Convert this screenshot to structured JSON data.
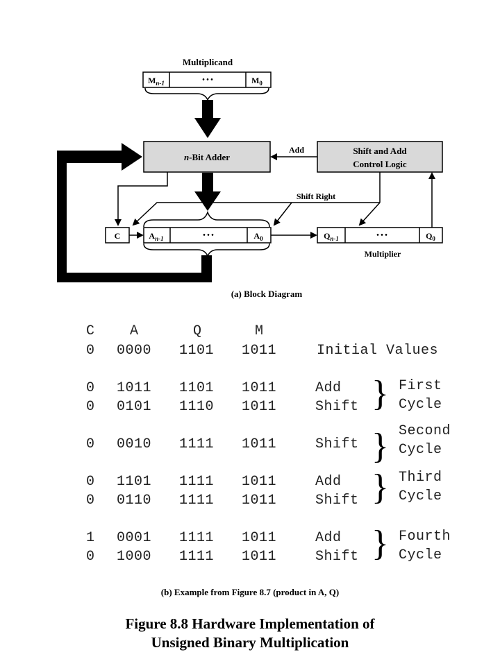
{
  "diagram": {
    "multiplicand_label": "Multiplicand",
    "m_left": "M",
    "m_left_sub": "n-1",
    "m_right": "M",
    "m_right_sub": "0",
    "dots": "•   •   •",
    "adder_prefix": "n",
    "adder_rest": "-Bit Adder",
    "control_line1": "Shift and Add",
    "control_line2": "Control Logic",
    "add_label": "Add",
    "shift_right_label": "Shift Right",
    "c_label": "C",
    "a_left": "A",
    "a_left_sub": "n-1",
    "a_right": "A",
    "a_right_sub": "0",
    "q_left": "Q",
    "q_left_sub": "n-1",
    "q_right": "Q",
    "q_right_sub": "0",
    "multiplier_label": "Multiplier",
    "caption": "(a) Block Diagram"
  },
  "table": {
    "headers": [
      "C",
      "A",
      "Q",
      "M"
    ],
    "rows": [
      {
        "c": "0",
        "a": "0000",
        "q": "1101",
        "m": "1011",
        "op": "Initial Values"
      },
      {
        "c": "0",
        "a": "1011",
        "q": "1101",
        "m": "1011",
        "op": "Add"
      },
      {
        "c": "0",
        "a": "0101",
        "q": "1110",
        "m": "1011",
        "op": "Shift"
      },
      {
        "c": "0",
        "a": "0010",
        "q": "1111",
        "m": "1011",
        "op": "Shift"
      },
      {
        "c": "0",
        "a": "1101",
        "q": "1111",
        "m": "1011",
        "op": "Add"
      },
      {
        "c": "0",
        "a": "0110",
        "q": "1111",
        "m": "1011",
        "op": "Shift"
      },
      {
        "c": "1",
        "a": "0001",
        "q": "1111",
        "m": "1011",
        "op": "Add"
      },
      {
        "c": "0",
        "a": "1000",
        "q": "1111",
        "m": "1011",
        "op": "Shift"
      }
    ],
    "cycles": [
      {
        "line1": "First",
        "line2": "Cycle"
      },
      {
        "line1": "Second",
        "line2": "Cycle"
      },
      {
        "line1": "Third",
        "line2": "Cycle"
      },
      {
        "line1": "Fourth",
        "line2": "Cycle"
      }
    ]
  },
  "caption_b": "(b) Example from Figure 8.7 (product in A, Q)",
  "figure_title_line1": "Figure 8.8  Hardware Implementation of",
  "figure_title_line2": "Unsigned Binary Multiplication"
}
